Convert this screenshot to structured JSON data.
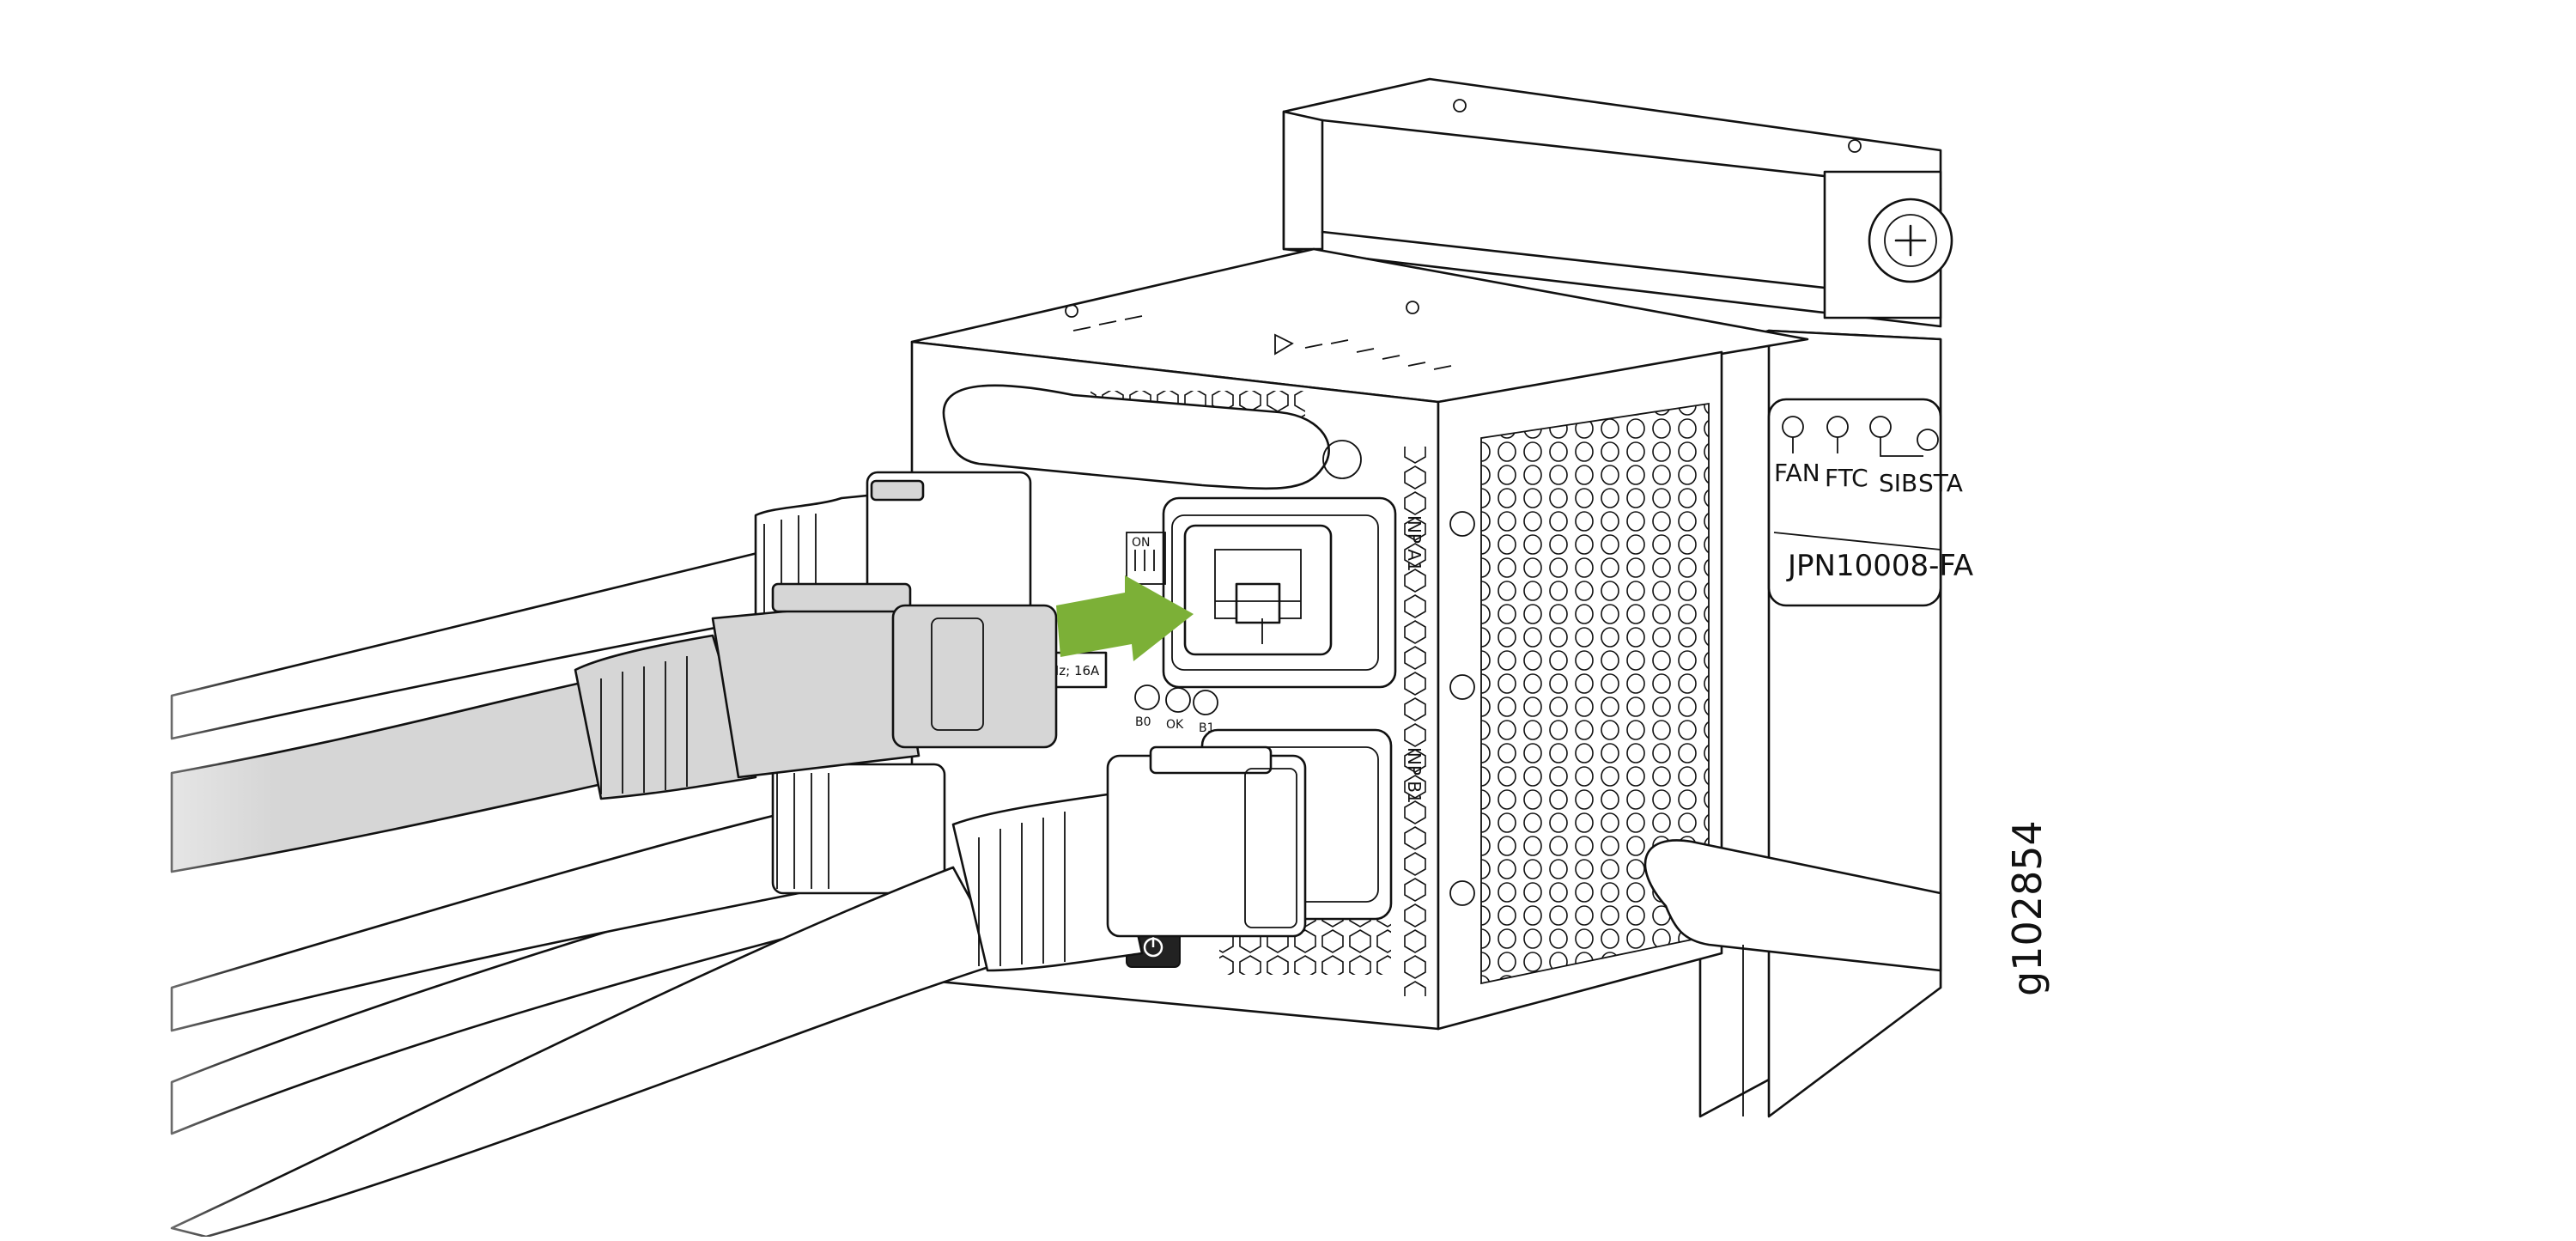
{
  "figure_id": "g102854",
  "labels": {
    "fan": "FAN",
    "ftc": "FTC",
    "sib": "SIB",
    "sta": "STA",
    "part_number": "JPN10008-FA",
    "inp_a1": "INP A1",
    "inp_b1": "INP B1",
    "rating": "Hz; 16A",
    "on": "ON",
    "led_b0": "B0",
    "led_ok": "OK",
    "led_b1": "B1"
  },
  "colors": {
    "arrow": "#7cb037",
    "cable_gray": "#d6d6d6",
    "line": "#111111"
  },
  "icons": [
    "insert-arrow-icon",
    "power-switch-icon",
    "ground-symbol-icon",
    "warning-triangle-icon"
  ]
}
